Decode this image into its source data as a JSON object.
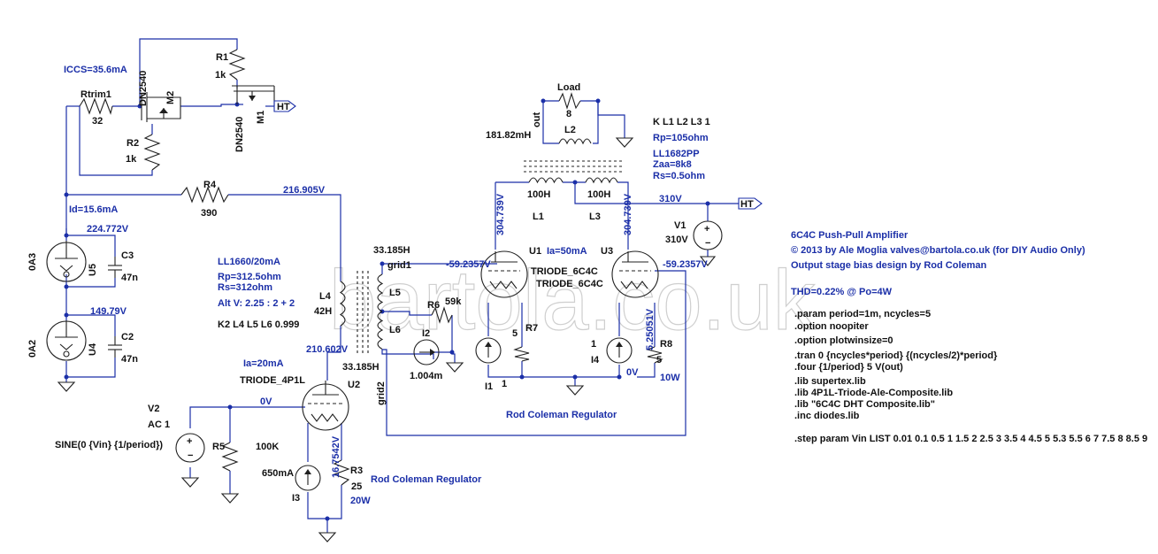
{
  "watermark": "bartola.co.uk",
  "components": {
    "iccs": "ICCS=35.6mA",
    "rtrim1": "Rtrim1",
    "rtrim1_val": "32",
    "dn2540_m2": "DN2540",
    "m2": "M2",
    "r1": "R1",
    "r1_val": "1k",
    "r2": "R2",
    "r2_val": "1k",
    "dn2540_m1": "DN2540",
    "m1": "M1",
    "ht_top": "HT",
    "r4": "R4",
    "r4_val": "390",
    "node_216": "216.905V",
    "id": "Id=15.6mA",
    "node_224": "224.772V",
    "oa3": "0A3",
    "u5": "U5",
    "c3": "C3",
    "c3_val": "47n",
    "node_149": "149.79V",
    "oa2": "0A2",
    "u4": "U4",
    "c2": "C2",
    "c2_val": "47n",
    "load": "Load",
    "load_val": "8",
    "out": "out",
    "l2": "L2",
    "l2_val": "181.82mH",
    "kl": "K L1 L2 L3 1",
    "rp1": "Rp=105ohm",
    "ll1682": "LL1682PP",
    "zaa": "Zaa=8k8",
    "rs1": "Rs=0.5ohm",
    "l1_val": "100H",
    "l3_val": "100H",
    "l1": "L1",
    "l3": "L3",
    "node_304a": "304.739V",
    "node_304b": "304.739V",
    "node_310": "310V",
    "ht_right": "HT",
    "v1": "V1",
    "v1_val": "310V",
    "node_33a": "33.185H",
    "grid1": "grid1",
    "node_592a": "-59.2357V",
    "node_592b": "-59.2357V",
    "u1": "U1",
    "ia50": "Ia=50mA",
    "u3": "U3",
    "triode1": "TRIODE_6C4C",
    "triode2": "TRIODE_6C4C",
    "ll1660": "LL1660/20mA",
    "rp2": "Rp=312.5ohm",
    "rs2": "Rs=312ohm",
    "altv": "Alt V: 2.25 : 2 + 2",
    "l4": "L4",
    "l4_val": "42H",
    "l5": "L5",
    "l6": "L6",
    "k2": "K2 L4 L5 L6 0.999",
    "r6": "R6",
    "r6_val": "59k",
    "i2": "I2",
    "i2_val": "1.004m",
    "r7": "R7",
    "r7_val": "5",
    "one_a": "1",
    "one_b": "1",
    "i1": "I1",
    "node_5250": "5.25051V",
    "r8": "R8",
    "r8_val": "5",
    "i4": "I4",
    "node_0v_r": "0V",
    "w10": "10W",
    "rcr1": "Rod Coleman Regulator",
    "node_210": "210.602V",
    "node_33b": "33.185H",
    "grid2": "grid2",
    "ia20": "Ia=20mA",
    "triode_4p1l": "TRIODE_4P1L",
    "u2": "U2",
    "v2": "V2",
    "ac1": "AC 1",
    "node_0v": "0V",
    "sine": "SINE(0 {Vin} {1/period})",
    "r5": "R5",
    "r5_val": "100K",
    "i3_val": "650mA",
    "i3": "I3",
    "node_167": "16.7542V",
    "r3": "R3",
    "r3_val": "25",
    "w20": "20W",
    "rcr2": "Rod Coleman Regulator"
  },
  "notes": {
    "title": "6C4C Push-Pull Amplifier",
    "copyright": "© 2013 by Ale Moglia valves@bartola.co.uk (for DIY Audio Only)",
    "bias": "Output stage bias design by Rod Coleman",
    "thd": "THD=0.22% @ Po=4W"
  },
  "directives": [
    ".param period=1m, ncycles=5",
    ".option noopiter",
    ".option plotwinsize=0",
    ".tran 0 {ncycles*period} {(ncycles/2)*period}",
    ".four {1/period} 5 V(out)",
    ".lib supertex.lib",
    ".lib 4P1L-Triode-Ale-Composite.lib",
    ".lib \"6C4C DHT Composite.lib\"",
    ".inc diodes.lib",
    ".step param Vin  LIST 0.01 0.1 0.5 1 1.5 2 2.5 3 3.5 4 4.5 5 5.3 5.5 6 7 7.5 8 8.5 9"
  ],
  "colors": {
    "wire": "#1b2fa8",
    "component": "#202020",
    "net_label": "#1b2fa8",
    "watermark": "#cfcfcf"
  }
}
